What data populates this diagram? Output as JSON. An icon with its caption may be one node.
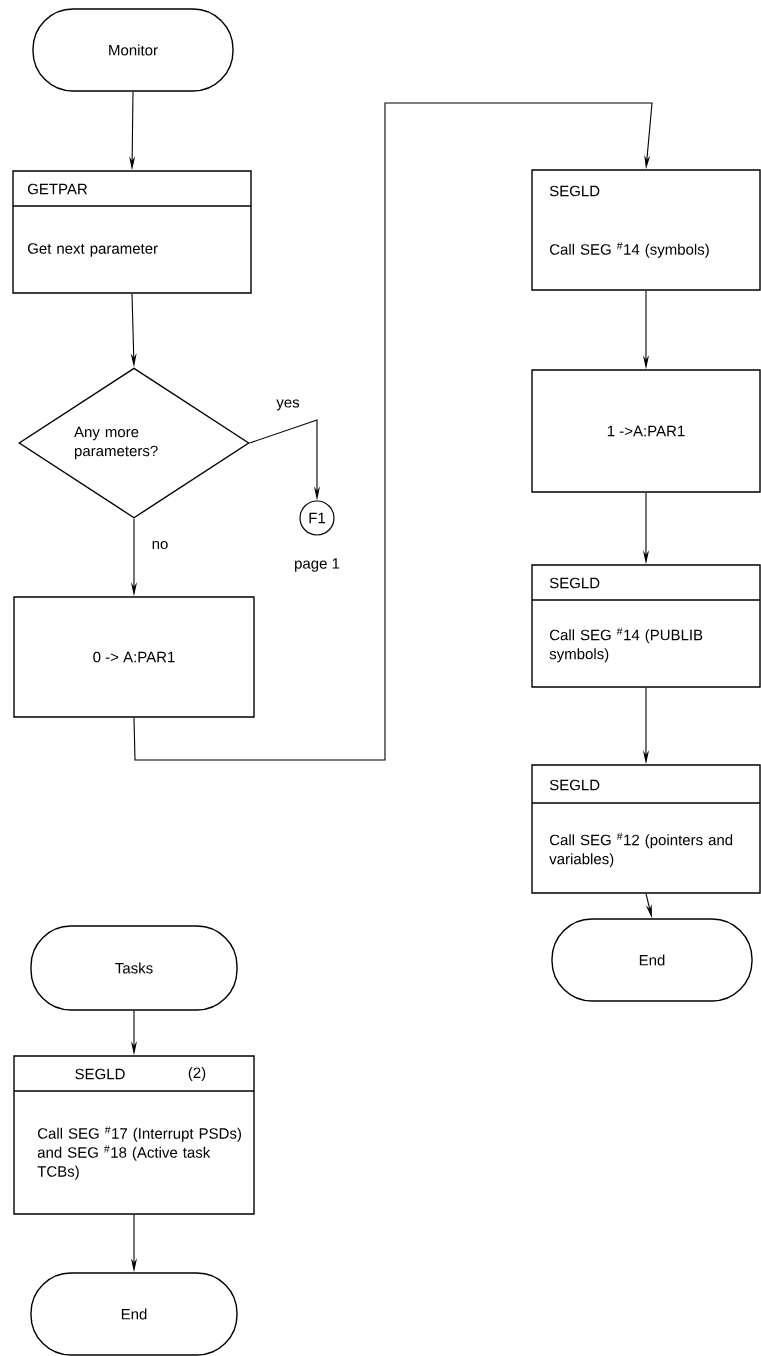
{
  "diagram": {
    "nodes": [
      {
        "text": [
          "Monitor"
        ]
      },
      {
        "text": [
          "GETPAR",
          "Get next parameter"
        ]
      },
      {
        "text": [
          "Any more parameters?"
        ]
      },
      {
        "text": [
          "F1"
        ],
        "beside": [
          "page 1"
        ]
      },
      {
        "text": [
          "0 -> A:PAR1"
        ]
      },
      {
        "text": [
          "SEGLD",
          "Call SEG $^{#}$14 (symbols)"
        ]
      },
      {
        "text": [
          "1 ->A:PAR1"
        ]
      },
      {
        "text": [
          "SEGLD",
          "Call SEG $^{#}$14 (PUBLIB symbols)"
        ]
      },
      {
        "text": [
          "SEGLD",
          "Call SEG $^{#}$12 (pointers and variables)"
        ]
      },
      {
        "text": [
          "End"
        ]
      },
      {
        "text": [
          "Tasks"
        ]
      },
      {
        "text": [
          "SEGLD",
          "(2)",
          "Call SEG $^{#}$17 (Interrupt PSDs) and SEG $^{#}$18 (Active task TCBs)"
        ]
      },
      {
        "text": [
          "End"
        ]
      }
    ],
    "edges": [
      {
        "from": 0,
        "to": 1,
        "arrow": "to"
      },
      {
        "from": 1,
        "to": 2,
        "arrow": "to"
      },
      {
        "from": 2,
        "to": 3,
        "arrow": "to",
        "label": "yes"
      },
      {
        "from": 2,
        "to": 4,
        "arrow": "to",
        "label": "no"
      },
      {
        "from": 4,
        "to": 5,
        "arrow": "to"
      },
      {
        "from": 5,
        "to": 6,
        "arrow": "to"
      },
      {
        "from": 6,
        "to": 7,
        "arrow": "to"
      },
      {
        "from": 7,
        "to": 8,
        "arrow": "to"
      },
      {
        "from": 8,
        "to": 9,
        "arrow": "to"
      },
      {
        "from": 10,
        "to": 11,
        "arrow": "to"
      },
      {
        "from": 11,
        "to": 12,
        "arrow": "to"
      }
    ]
  }
}
